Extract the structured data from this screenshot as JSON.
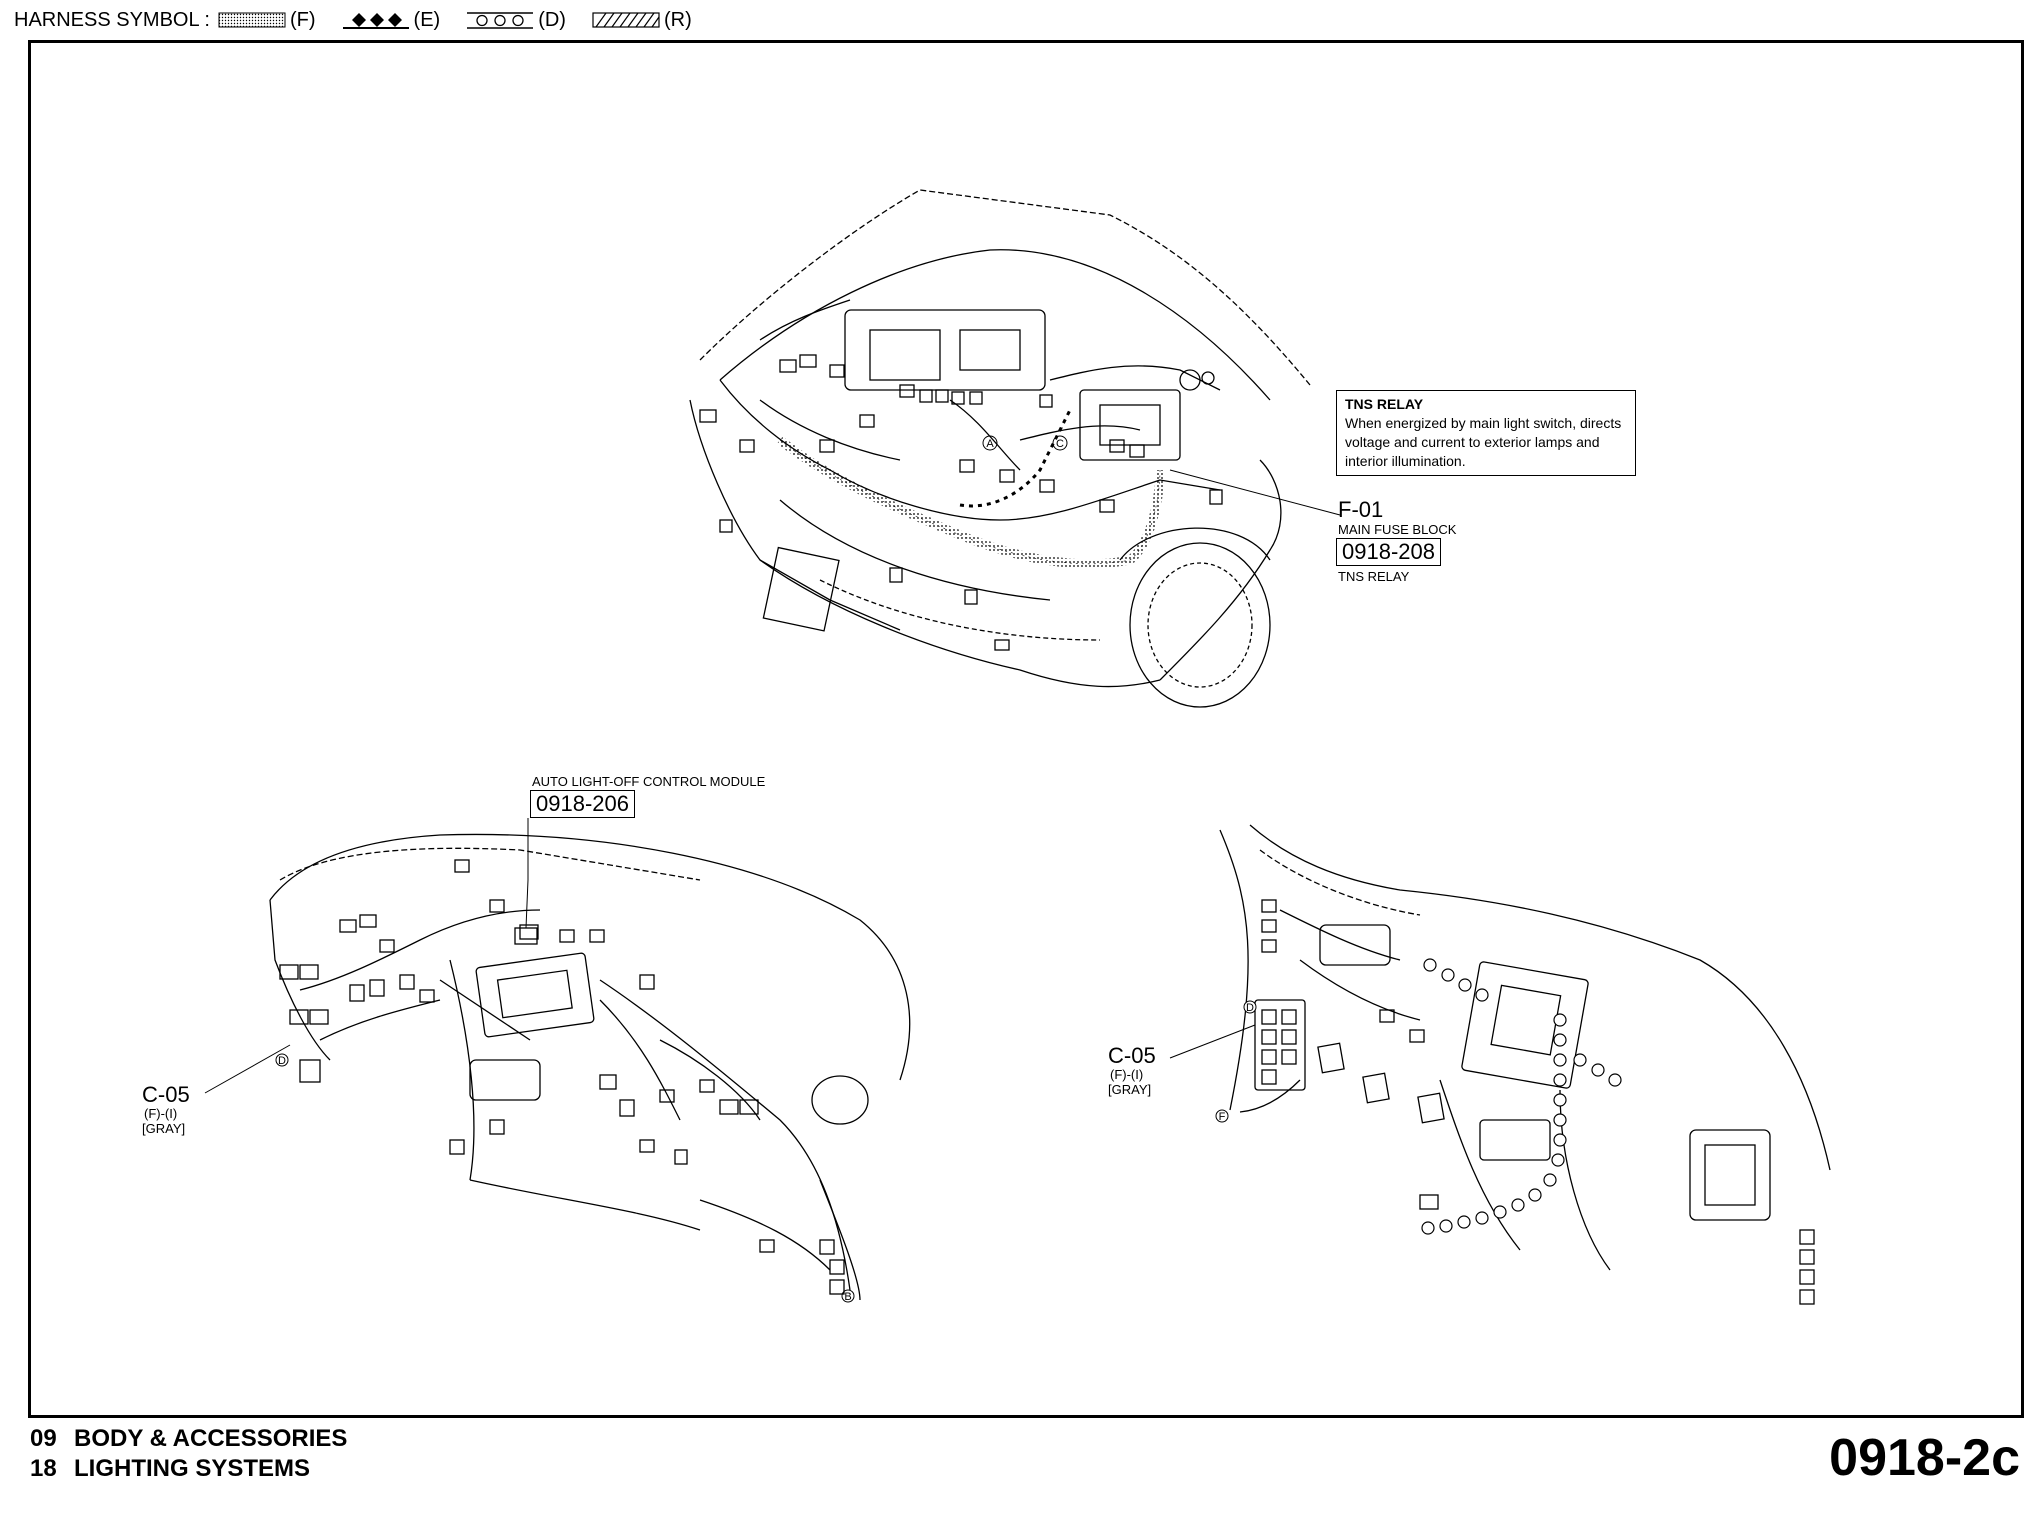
{
  "legend": {
    "label": "HARNESS SYMBOL :",
    "items": [
      {
        "code": "(F)",
        "pattern": "dotted-fill"
      },
      {
        "code": "(E)",
        "pattern": "diamonds"
      },
      {
        "code": "(D)",
        "pattern": "circles"
      },
      {
        "code": "(R)",
        "pattern": "hatched"
      }
    ]
  },
  "engine_bay": {
    "tns_relay_box": {
      "title": "TNS RELAY",
      "text": "When energized by main light switch, directs voltage and current to exterior lamps and interior illumination."
    },
    "connector_id": "F-01",
    "connector_name": "MAIN FUSE BLOCK",
    "ref": "0918-208",
    "ref_name": "TNS RELAY",
    "point_labels": [
      "A",
      "C"
    ]
  },
  "dash_left": {
    "module_label": "AUTO LIGHT-OFF CONTROL MODULE",
    "module_ref": "0918-206",
    "connector_id": "C-05",
    "connector_harness": "(F)-(I)",
    "connector_color": "[GRAY]",
    "point_labels": [
      "D",
      "B"
    ]
  },
  "dash_right": {
    "connector_id": "C-05",
    "connector_harness": "(F)-(I)",
    "connector_color": "[GRAY]",
    "point_labels": [
      "D",
      "F"
    ]
  },
  "footer": {
    "line1_num": "09",
    "line1_text": "BODY & ACCESSORIES",
    "line2_num": "18",
    "line2_text": "LIGHTING SYSTEMS",
    "page_number": "0918-2c"
  }
}
